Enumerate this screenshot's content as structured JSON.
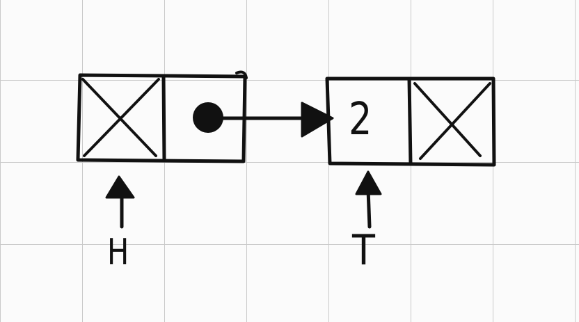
{
  "diagram": {
    "nodes": [
      {
        "id": "node-1",
        "value": null,
        "next": "node-2"
      },
      {
        "id": "node-2",
        "value": "2",
        "next": null
      }
    ],
    "pointers": [
      {
        "label": "H",
        "target": "node-1"
      },
      {
        "label": "T",
        "target": "node-2"
      }
    ]
  },
  "text": {
    "node_2_value": "2",
    "head_label": "H",
    "tail_label": "T"
  },
  "colors": {
    "ink": "#111111",
    "paper": "#fbfbfb",
    "grid": "#c9c9c9"
  }
}
